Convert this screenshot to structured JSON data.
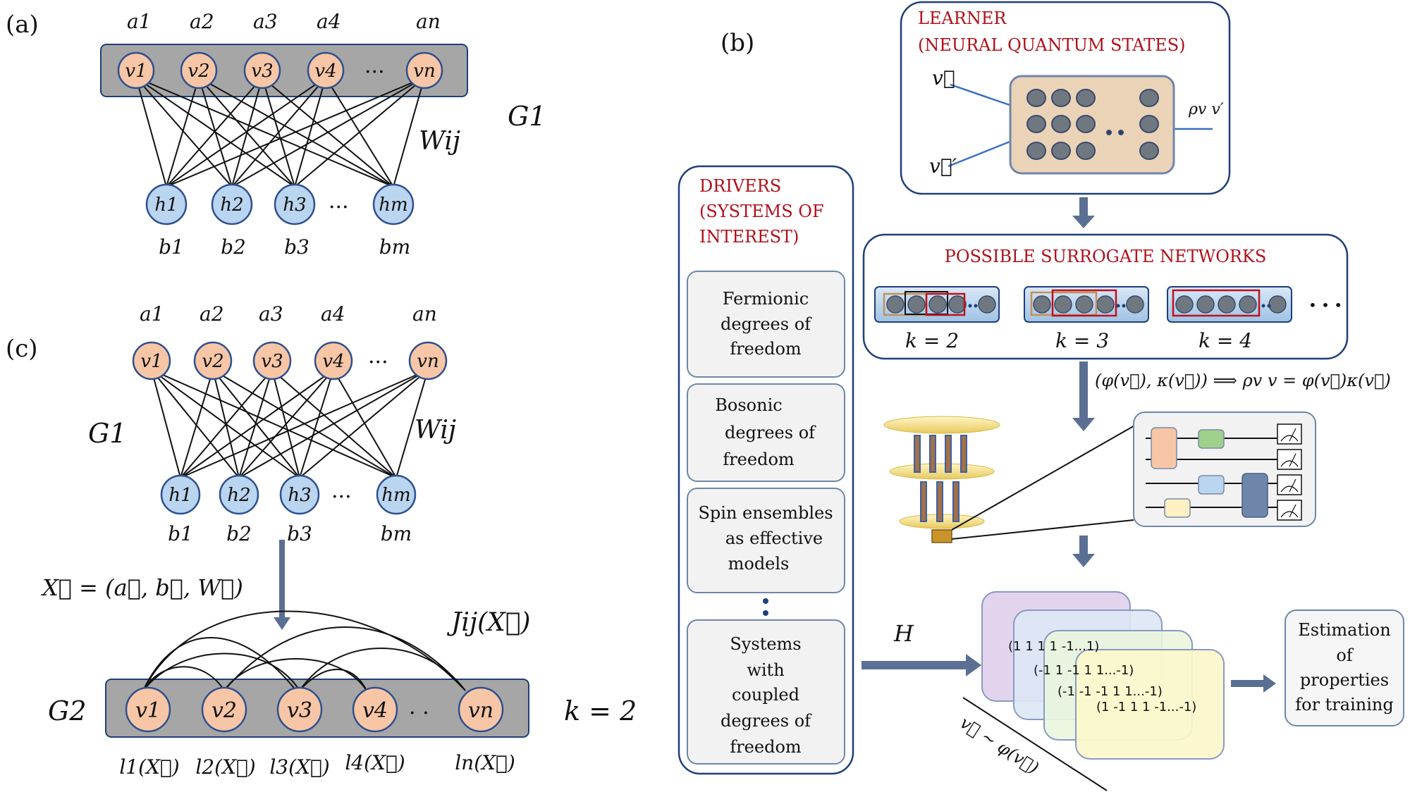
{
  "panel_labels": {
    "a": "(a)",
    "b": "(b)",
    "c": "(c)"
  },
  "panel_a": {
    "visible_biases": [
      "a1",
      "a2",
      "a3",
      "a4",
      "an"
    ],
    "visible_nodes": [
      "v1",
      "v2",
      "v3",
      "v4",
      "vn"
    ],
    "hidden_nodes": [
      "h1",
      "h2",
      "h3",
      "hm"
    ],
    "hidden_biases": [
      "b1",
      "b2",
      "b3",
      "bm"
    ],
    "weights_label": "Wij",
    "graph_label": "G1",
    "ellipsis": "···"
  },
  "panel_c": {
    "visible_biases": [
      "a1",
      "a2",
      "a3",
      "a4",
      "an"
    ],
    "visible_nodes": [
      "v1",
      "v2",
      "v3",
      "v4",
      "vn"
    ],
    "hidden_nodes": [
      "h1",
      "h2",
      "h3",
      "hm"
    ],
    "hidden_biases": [
      "b1",
      "b2",
      "b3",
      "bm"
    ],
    "weights_label": "Wij",
    "graph_label_top": "G1",
    "param_label": "X⃗ = (a⃗, b⃗, W⃗)",
    "coupling_label": "Jij(X⃗)",
    "graph_label_bottom": "G2",
    "g2_nodes": [
      "v1",
      "v2",
      "v3",
      "v4",
      "vn"
    ],
    "local_fields": [
      "l1(X⃗)",
      "l2(X⃗)",
      "l3(X⃗)",
      "l4(X⃗)",
      "ln(X⃗)"
    ],
    "k_label": "k = 2",
    "ellipsis": "·  ·"
  },
  "panel_b": {
    "learner_title_1": "LEARNER",
    "learner_title_2": "(NEURAL QUANTUM STATES)",
    "learner_in_1": "v⃗",
    "learner_in_2": "v⃗′",
    "learner_out": "ρv v′",
    "drivers_title": [
      "DRIVERS",
      "(SYSTEMS OF",
      "INTEREST)"
    ],
    "drivers": [
      [
        "Fermionic",
        "degrees of",
        "freedom"
      ],
      [
        "Bosonic",
        "degrees of",
        "freedom"
      ],
      [
        "Spin ensembles",
        "as effective",
        "models"
      ],
      [
        "Systems",
        "with",
        "coupled",
        "degrees of",
        "freedom"
      ]
    ],
    "surrogate_title": "POSSIBLE SURROGATE NETWORKS",
    "k_values": [
      "k = 2",
      "k = 3",
      "k = 4"
    ],
    "surrogate_ellipsis": "• • •",
    "map_label": "(φ(v⃗), κ(v⃗)) ⟹  ρv v = φ(v⃗)κ(v⃗)",
    "hamiltonian": "H",
    "samples": [
      "(1 1 1 1 -1...1)",
      "(-1 1 -1 1 1...-1)",
      "(-1 -1 -1 1 1...-1)",
      "(1 -1 1 1 -1...-1)"
    ],
    "sampling_label": "v⃗ ~ φ(v⃗)",
    "estimation": [
      "Estimation",
      "of",
      "properties",
      "for training"
    ]
  },
  "colors": {
    "visible_node": "#f6c6a6",
    "hidden_node": "#b9d5ef",
    "graph_bar": "#a6a6a6",
    "panel_border": "#1f3f7a",
    "title_red": "#b0101a",
    "arrow": "#5a6f92"
  }
}
